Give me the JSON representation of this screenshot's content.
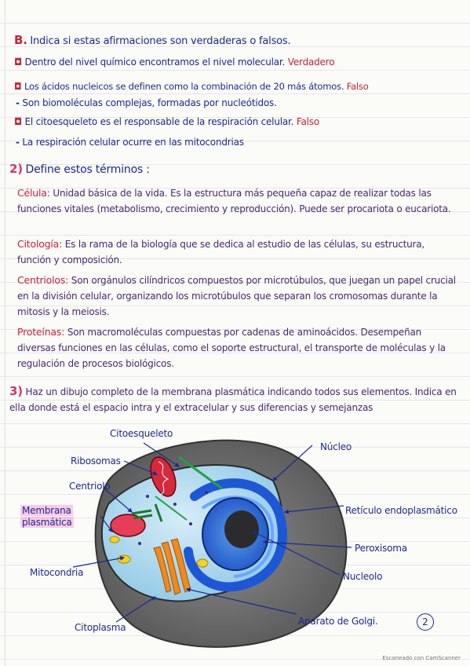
{
  "section_b": {
    "heading_letter": "B.",
    "heading_text": "Indica si estas afirmaciones son verdaderas o falsos.",
    "items": [
      {
        "marker": "◘",
        "text": "Dentro del nivel químico encontramos el nivel molecular.",
        "answer": "Verdadero"
      },
      {
        "marker": "◘",
        "text": "Los ácidos nucleicos se definen como la combinación de 20 más átomos.",
        "answer": "Falso"
      },
      {
        "marker": "-",
        "text": "Son biomoléculas complejas, formadas por nucleótidos.",
        "answer": ""
      },
      {
        "marker": "◘",
        "text": "El citoesqueleto es el responsable de la respiración celular.",
        "answer": "Falso"
      },
      {
        "marker": "-",
        "text": "La respiración celular ocurre en las mitocondrias",
        "answer": ""
      }
    ]
  },
  "section_2": {
    "number": "2)",
    "heading": "Define estos términos :",
    "definitions": [
      {
        "term": "Célula:",
        "text": "Unidad básica de la vida. Es la estructura más pequeña capaz de realizar todas las funciones vitales (metabolismo, crecimiento y reproducción). Puede ser procariota o eucariota."
      },
      {
        "term": "Citología:",
        "text": "Es la rama de la biología que se dedica al estudio de las células, su estructura, función y composición."
      },
      {
        "term": "Centriolos:",
        "text": "Son orgánulos cilíndricos compuestos por microtúbulos, que juegan un papel crucial en la división celular, organizando los microtúbulos que separan los cromosomas durante la mitosis y la meiosis."
      },
      {
        "term": "Proteínas:",
        "text": "Son macromoléculas compuestas por cadenas de aminoácidos. Desempeñan diversas funciones en las células, como el soporte estructural, el transporte de moléculas y la regulación de procesos biológicos."
      }
    ]
  },
  "section_3": {
    "number": "3)",
    "text": "Haz un dibujo completo de la membrana plasmática indicando todos sus elementos. Indica en ella donde está el espacio intra y el extracelular y sus diferencias y semejanzas"
  },
  "diagram_labels": {
    "citoesqueleto": "Citoesqueleto",
    "ribosomas": "Ribosomas",
    "centriolo": "Centriolo",
    "membrana_line1": "Membrana",
    "membrana_line2": "plasmática",
    "mitocondria": "Mitocondria",
    "citoplasma": "Citoplasma",
    "nucleo": "Núcleo",
    "reticulo": "Retículo endoplasmático",
    "peroxisoma": "Peroxisoma",
    "nucleolo": "Nucleolo",
    "golgi": "Aparato de Golgi."
  },
  "page_number": "2",
  "scanner_footer": "Escaneado con CamScanner",
  "colors": {
    "ink_blue": "#1c2a8c",
    "ink_red": "#c8213a",
    "ink_pink": "#d6336c",
    "ink_purple": "#47286e"
  }
}
